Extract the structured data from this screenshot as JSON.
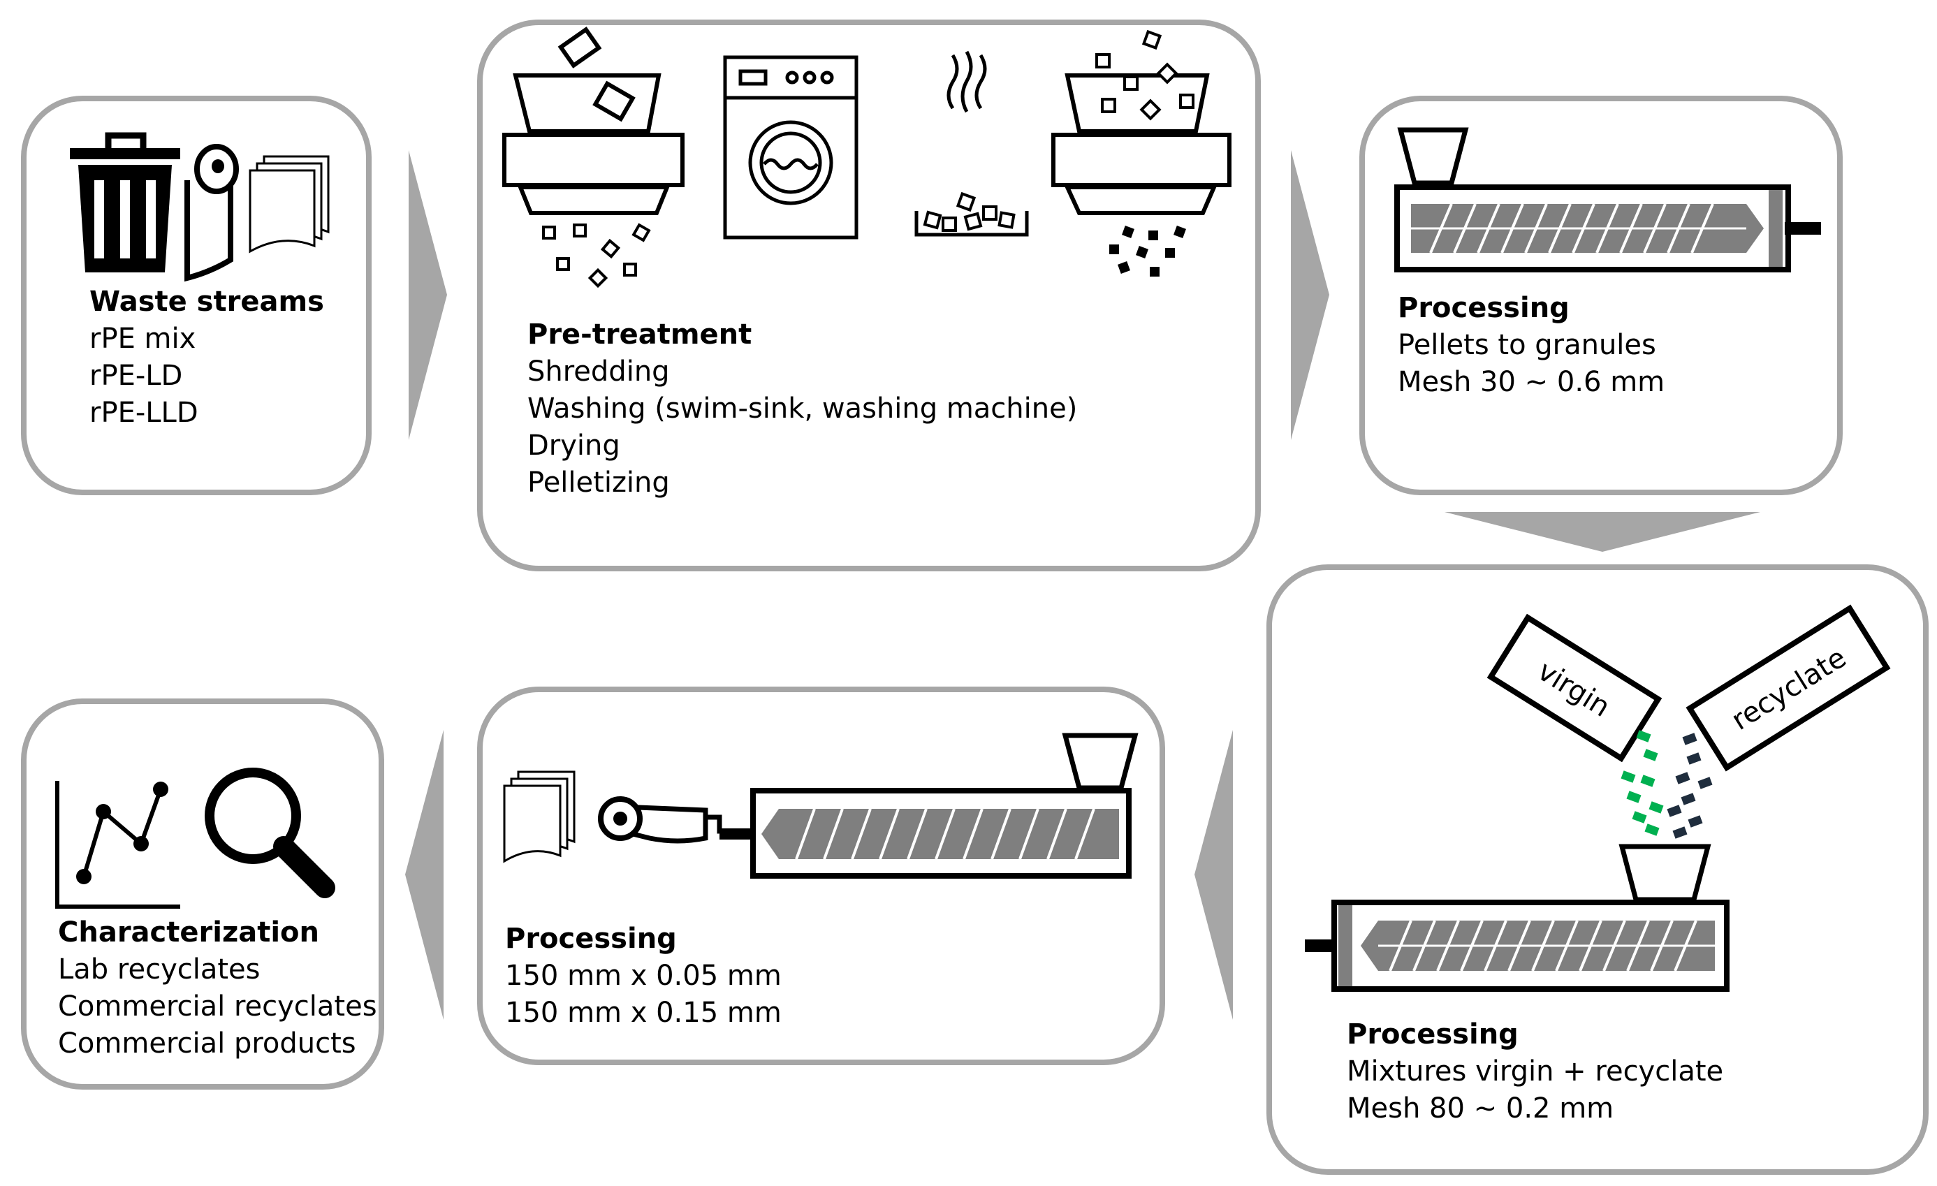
{
  "colors": {
    "border": "#a6a6a6",
    "arrow": "#a6a6a6",
    "ink": "#000000",
    "screw": "#7f7f7f",
    "virgin": "#00b050",
    "recyclate": "#1f2d3d"
  },
  "waste": {
    "title": "Waste streams",
    "items": [
      "rPE mix",
      "rPE-LD",
      "rPE-LLD"
    ]
  },
  "pretreatment": {
    "title": "Pre-treatment",
    "items": [
      "Shredding",
      "Washing (swim-sink, washing machine)",
      "Drying",
      "Pelletizing"
    ]
  },
  "granulation": {
    "title": "Processing",
    "items": [
      "Pellets to granules",
      "Mesh 30 ~ 0.6 mm"
    ]
  },
  "compounding": {
    "title": "Processing",
    "items": [
      "Mixtures virgin + recyclate",
      "Mesh 80 ~ 0.2 mm"
    ],
    "hopper_left": "virgin",
    "hopper_right": "recyclate"
  },
  "film": {
    "title": "Processing",
    "items": [
      "150 mm x 0.05 mm",
      "150 mm x 0.15 mm"
    ]
  },
  "characterization": {
    "title": "Characterization",
    "items": [
      "Lab recyclates",
      "Commercial recyclates",
      "Commercial products"
    ]
  },
  "icons": [
    "trash-bin-icon",
    "film-roll-icon",
    "film-sheets-icon",
    "shredder-icon",
    "washing-machine-icon",
    "drying-icon",
    "pelletizer-icon",
    "extruder-icon",
    "hopper-icon",
    "line-chart-icon",
    "magnifier-icon",
    "arrow-right-icon",
    "arrow-down-icon",
    "arrow-left-icon"
  ]
}
